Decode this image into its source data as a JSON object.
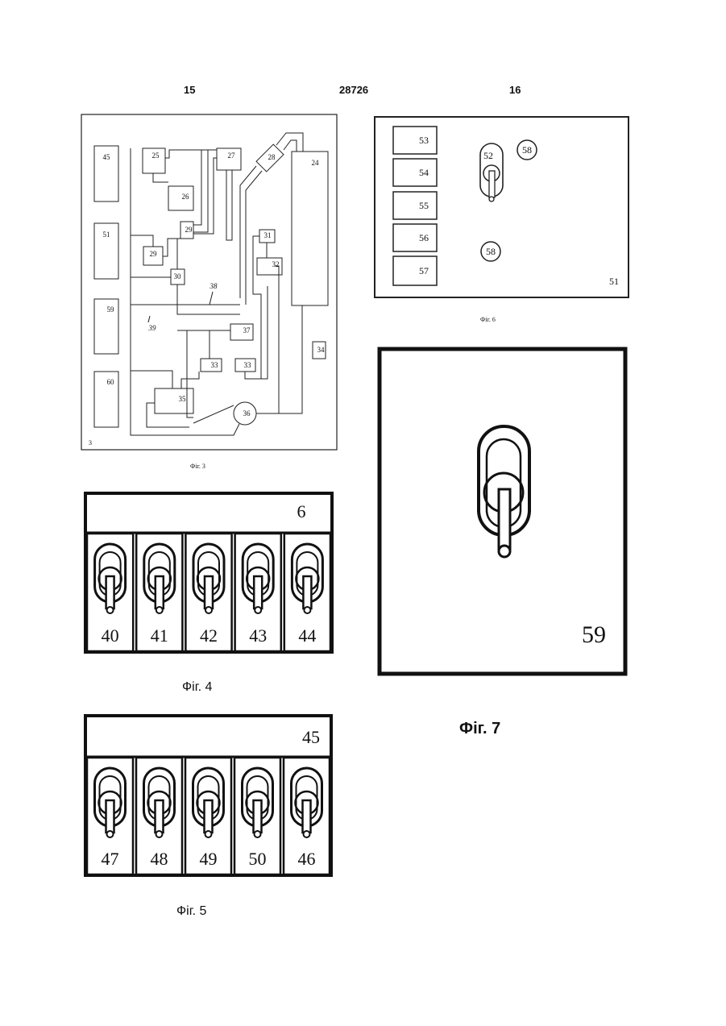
{
  "header": {
    "left_page": "15",
    "patent_number": "28726",
    "right_page": "16"
  },
  "fig3": {
    "caption": "Фіг. 3",
    "corner": "3",
    "labels": {
      "b45": "45",
      "b51": "51",
      "b59": "59",
      "b60": "60",
      "b25": "25",
      "b27": "27",
      "b26": "26",
      "b28": "28",
      "b24": "24",
      "b29a": "29",
      "b29b": "29",
      "b30": "30",
      "b31": "31",
      "b32": "32",
      "b37": "37",
      "b33a": "33",
      "b33b": "33",
      "b34": "34",
      "b35": "35",
      "b36": "36",
      "l38": "38",
      "l39": "39"
    }
  },
  "fig4": {
    "caption": "Фіг. 4",
    "panel_label": "6",
    "switches": [
      "40",
      "41",
      "42",
      "43",
      "44"
    ]
  },
  "fig5": {
    "caption": "Фіг. 5",
    "panel_label": "45",
    "switches": [
      "47",
      "48",
      "49",
      "50",
      "46"
    ]
  },
  "fig6": {
    "caption": "Фіг. 6",
    "blocks": [
      "53",
      "54",
      "55",
      "56",
      "57"
    ],
    "switch_label": "52",
    "lamp_top": "58",
    "lamp_bottom": "58",
    "panel_label": "51"
  },
  "fig7": {
    "caption": "Фіг. 7",
    "panel_label": "59"
  }
}
